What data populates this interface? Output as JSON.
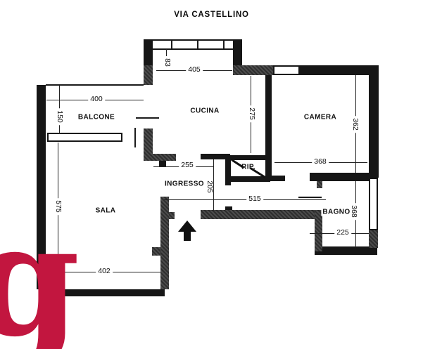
{
  "title": "VIA CASTELLINO",
  "rooms": {
    "balcone": "BALCONE",
    "cucina": "CUCINA",
    "camera": "CAMERA",
    "sala": "SALA",
    "ingresso": "INGRESSO",
    "rip": "RIP.",
    "bagno": "BAGNO"
  },
  "dimensions": {
    "bay_depth": "83",
    "cucina_width": "405",
    "balcone_width": "400",
    "balcone_depth": "150",
    "cucina_depth": "275",
    "camera_depth": "362",
    "camera_width": "368",
    "ingresso_width": "255",
    "ingresso_depth": "205",
    "hall_width": "515",
    "sala_depth": "575",
    "sala_width": "402",
    "bagno_width": "225",
    "bagno_depth": "368"
  },
  "logo": {
    "letter": "g",
    "color": "#c2163f"
  },
  "colors": {
    "wall_black": "#161616",
    "wall_gray": "#3d3d3d",
    "line": "#222222"
  }
}
